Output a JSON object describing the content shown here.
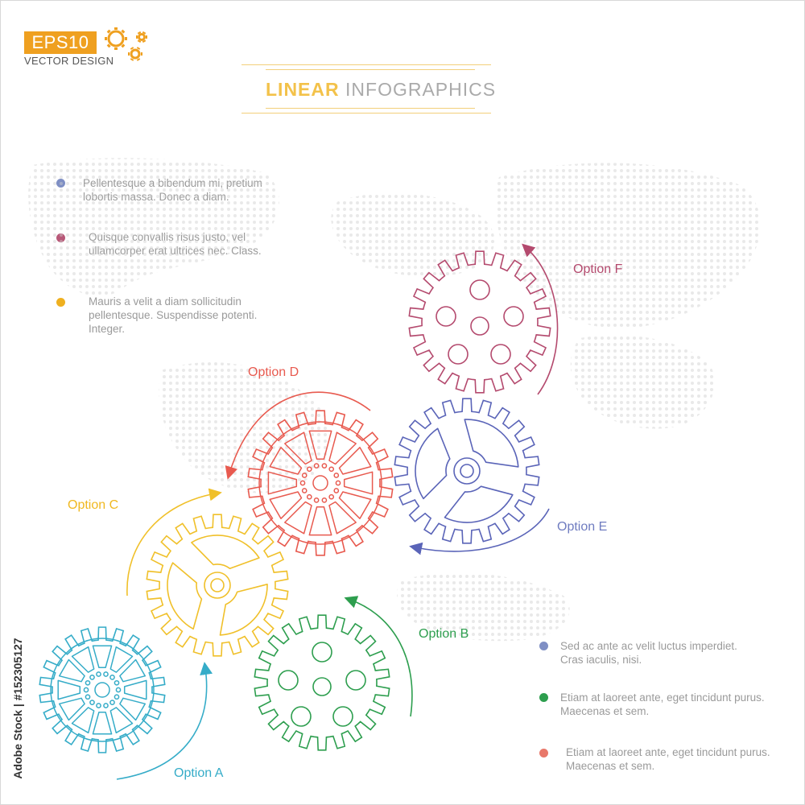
{
  "header": {
    "badge": "EPS10",
    "badge_sub": "VECTOR DESIGN",
    "title_bold": "LINEAR",
    "title_light": "INFOGRAPHICS"
  },
  "colors": {
    "blue": "#7f8fc4",
    "purple": "#b85878",
    "orange": "#efa020",
    "teal": "#35acc8",
    "green": "#2d9e4e",
    "yellow": "#f0c02a",
    "red": "#e85a4f",
    "gear_blue": "#5a64b8",
    "gear_purple": "#b44a6e"
  },
  "notes_left": [
    {
      "text": "Pellentesque a bibendum mi, pretium lobortis massa. Donec a diam.",
      "color": "#7f8fc4"
    },
    {
      "text": "Quisque convallis risus justo, vel ullamcorper erat ultrices nec. Class.",
      "color": "#b85878"
    },
    {
      "text": "Mauris a velit a diam sollicitudin pellentesque. Suspendisse potenti. Integer.",
      "color": "#efb020"
    }
  ],
  "notes_right": [
    {
      "text": "Sed ac ante ac velit luctus imperdiet. Cras iaculis, nisi.",
      "color": "#7f8fc4"
    },
    {
      "text": "Etiam at laoreet ante, eget tincidunt purus. Maecenas et sem.",
      "color": "#2d9e4e"
    },
    {
      "text": "Etiam at laoreet ante, eget tincidunt purus. Maecenas et sem.",
      "color": "#e8786a"
    }
  ],
  "options": {
    "a": "Option A",
    "b": "Option B",
    "c": "Option C",
    "d": "Option D",
    "e": "Option E",
    "f": "Option F"
  },
  "watermark_side": "Adobe Stock | #152305127"
}
